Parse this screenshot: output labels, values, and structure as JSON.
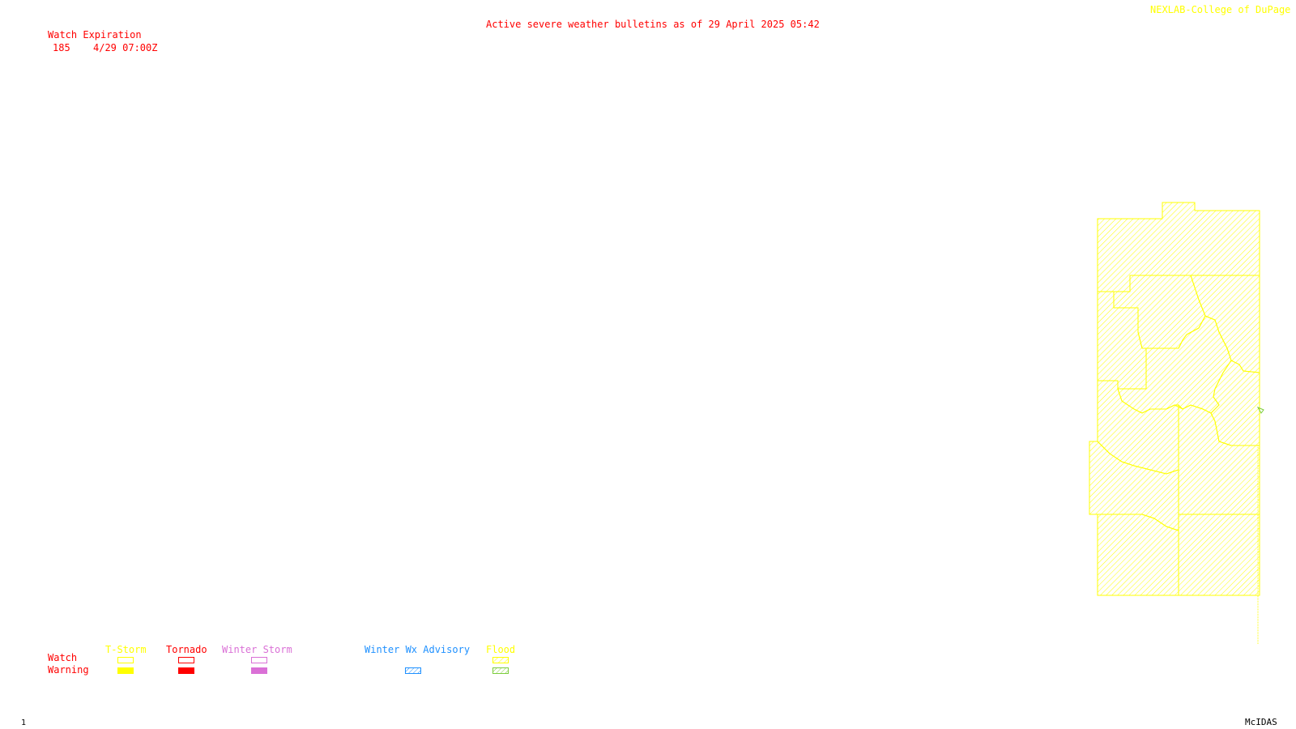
{
  "header": {
    "title": "Active severe weather bulletins as of 29 April 2025 05:42",
    "credit": "NEXLAB-College of DuPage ©"
  },
  "watch_table": {
    "heading": "Watch Expiration",
    "rows": [
      {
        "watch": "185",
        "expiration": "4/29 07:00Z"
      }
    ]
  },
  "legend": {
    "row_labels": {
      "watch": "Watch",
      "warning": "Warning"
    },
    "columns": [
      {
        "label": "T-Storm",
        "color": "#ffff00",
        "watch_style": "outline",
        "warning_style": "solid"
      },
      {
        "label": "Tornado",
        "color": "#ff0000",
        "watch_style": "outline",
        "warning_style": "solid"
      },
      {
        "label": "Winter Storm",
        "color": "#da70d6",
        "watch_style": "outline",
        "warning_style": "solid"
      },
      {
        "label": "Winter Wx Advisory",
        "color": "#1e90ff",
        "watch_style": "none",
        "warning_style": "hatched"
      },
      {
        "label": "Flood",
        "color": "#ffff00",
        "watch_style": "hatched",
        "warning_style": "hatched-green"
      }
    ]
  },
  "map": {
    "watch_id": "185",
    "watch_type": "T-Storm",
    "fill_style": "hatched",
    "color": "#ffff00"
  },
  "footer": {
    "frame_number": "1",
    "software": "McIDAS"
  }
}
